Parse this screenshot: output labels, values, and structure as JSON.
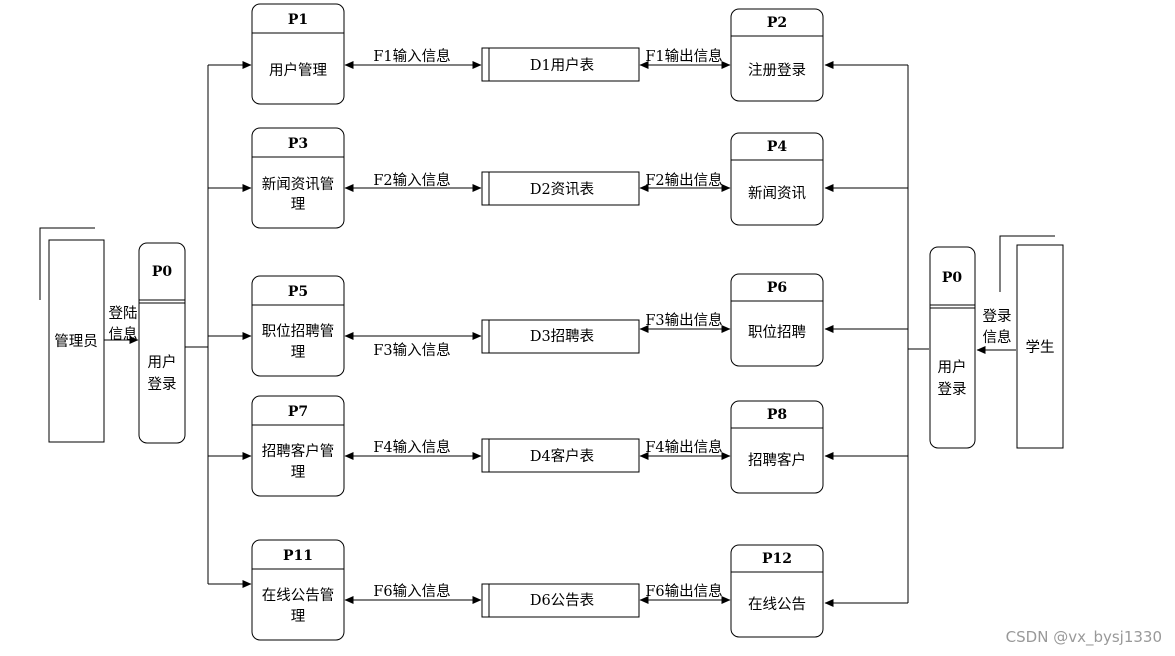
{
  "processes": {
    "p1": {
      "id": "P1",
      "name": "用户管理"
    },
    "p2": {
      "id": "P2",
      "name": "注册登录"
    },
    "p3": {
      "id": "P3",
      "name_line1": "新闻资讯管",
      "name_line2": "理"
    },
    "p4": {
      "id": "P4",
      "name": "新闻资讯"
    },
    "p5": {
      "id": "P5",
      "name_line1": "职位招聘管",
      "name_line2": "理"
    },
    "p6": {
      "id": "P6",
      "name": "职位招聘"
    },
    "p7": {
      "id": "P7",
      "name_line1": "招聘客户管",
      "name_line2": "理"
    },
    "p8": {
      "id": "P8",
      "name": "招聘客户"
    },
    "p11": {
      "id": "P11",
      "name_line1": "在线公告管",
      "name_line2": "理"
    },
    "p12": {
      "id": "P12",
      "name": "在线公告"
    },
    "p0_left": {
      "id": "P0",
      "name_line1": "用户",
      "name_line2": "登录"
    },
    "p0_right": {
      "id": "P0",
      "name_line1": "用户",
      "name_line2": "登录"
    }
  },
  "stores": {
    "d1": "D1用户表",
    "d2": "D2资讯表",
    "d3": "D3招聘表",
    "d4": "D4客户表",
    "d6": "D6公告表"
  },
  "entities": {
    "admin": "管理员",
    "student": "学生"
  },
  "flows": {
    "f1_in": "F1输入信息",
    "f1_out": "F1输出信息",
    "f2_in": "F2输入信息",
    "f2_out": "F2输出信息",
    "f3_in": "F3输入信息",
    "f3_out": "F3输出信息",
    "f4_in": "F4输入信息",
    "f4_out": "F4输出信息",
    "f6_in": "F6输入信息",
    "f6_out": "F6输出信息",
    "admin_login_l1": "登陆",
    "admin_login_l2": "信息",
    "student_login_l1": "登录",
    "student_login_l2": "信息"
  },
  "watermark": "CSDN @vx_bysj1330"
}
